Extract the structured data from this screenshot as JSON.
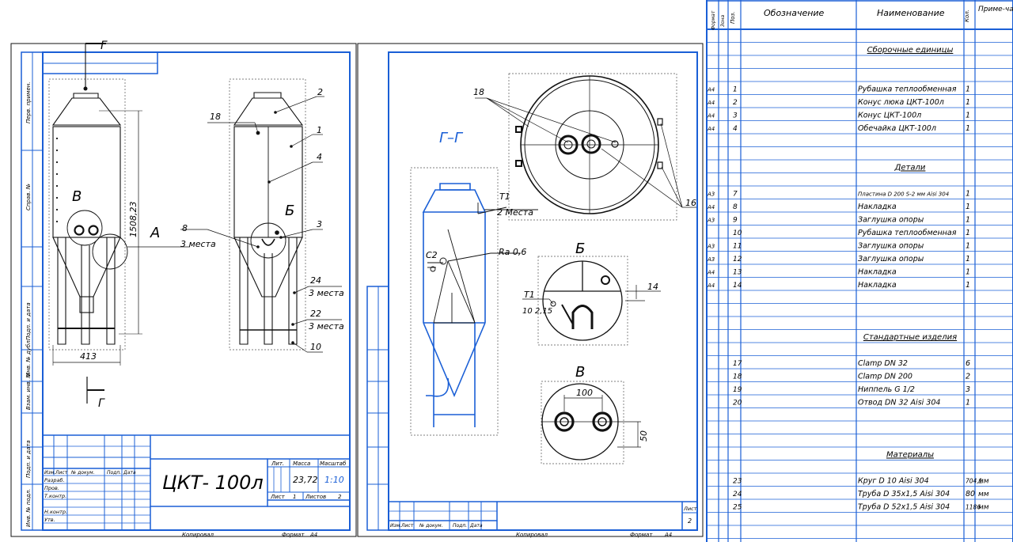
{
  "colors": {
    "frame": "#1a5fd6",
    "line": "#111111",
    "dash": "#555555"
  },
  "sheet1": {
    "section_marker": "Г",
    "callout_b": "В",
    "callout_a": "А",
    "callout_b2": "Б",
    "dim_height": "1508,23",
    "dim_width": "413",
    "pos": [
      "2",
      "1",
      "4",
      "3",
      "24",
      "22",
      "10",
      "18",
      "8"
    ],
    "note_3_places_a": "3 места",
    "note_3_places_b": "3 места",
    "note_3_places_c": "3 места",
    "side_labels": [
      "Перв. примен.",
      "Справ. №",
      "Подп. и дата",
      "Инв. № дубл.",
      "Взам. инв. №",
      "Подп. и дата",
      "Инв. № подл."
    ],
    "title_block": {
      "name": "ЦКТ- 100л",
      "lit": "Лит.",
      "mass": "Масса",
      "scale": "Масштаб",
      "mass_value": "23,72",
      "scale_value": "1:10",
      "sheet": "Лист",
      "sheet_no": "1",
      "sheets": "Листов",
      "sheets_no": "2",
      "rows": [
        "Изм.",
        "Лист",
        "№ докум.",
        "Подп.",
        "Дата"
      ],
      "roles": [
        "Разраб.",
        "Пров.",
        "Т.контр.",
        "Н.контр.",
        "Утв."
      ],
      "copied": "Копировал",
      "format": "Формат",
      "format_value": "А4"
    }
  },
  "sheet2": {
    "section_title": "Г–Г",
    "t1a": "T1",
    "t1a_note": "2 Места",
    "c2": "С2",
    "ra": "Ra 0,6",
    "pos18": "18",
    "pos16": "16",
    "detail_b": "Б",
    "detail_v": "В",
    "t1b": "T1",
    "t1b_note": "10 2,15",
    "dim14": "14",
    "dim100": "100",
    "dim50": "50",
    "sheet_label": "Лист",
    "sheet_no": "2",
    "copied": "Копировал",
    "format": "Формат",
    "format_value": "А4",
    "rows": [
      "Изм.",
      "Лист",
      "№ докум.",
      "Подп.",
      "Дата"
    ]
  },
  "spec": {
    "headers": {
      "format": "Формат",
      "zone": "Зона",
      "pos": "Поз.",
      "designation": "Обозначение",
      "name": "Наименование",
      "qty": "Кол.",
      "note": "Приме-чание"
    },
    "sections": {
      "assemblies": "Сборочные единицы",
      "parts": "Детали",
      "standard": "Стандартные изделия",
      "materials": "Материалы"
    },
    "rows": [
      {
        "f": "",
        "p": "",
        "n": "",
        "q": "",
        "m": ""
      },
      {
        "f": "",
        "p": "",
        "n": "Сборочные единицы",
        "q": "",
        "m": "",
        "sec": true
      },
      {
        "f": "",
        "p": "",
        "n": "",
        "q": "",
        "m": ""
      },
      {
        "f": "",
        "p": "",
        "n": "",
        "q": "",
        "m": ""
      },
      {
        "f": "А4",
        "p": "1",
        "n": "Рубашка теплообменная",
        "q": "1",
        "m": ""
      },
      {
        "f": "А4",
        "p": "2",
        "n": "Конус люка ЦКТ-100л",
        "q": "1",
        "m": ""
      },
      {
        "f": "А4",
        "p": "3",
        "n": "Конус ЦКТ-100л",
        "q": "1",
        "m": ""
      },
      {
        "f": "А4",
        "p": "4",
        "n": "Обечайка ЦКТ-100л",
        "q": "1",
        "m": ""
      },
      {
        "f": "",
        "p": "",
        "n": "",
        "q": "",
        "m": ""
      },
      {
        "f": "",
        "p": "",
        "n": "",
        "q": "",
        "m": ""
      },
      {
        "f": "",
        "p": "",
        "n": "Детали",
        "q": "",
        "m": "",
        "sec": true
      },
      {
        "f": "",
        "p": "",
        "n": "",
        "q": "",
        "m": ""
      },
      {
        "f": "А3",
        "p": "7",
        "n": "Пластина D 200 S-2 мм Aisi 304",
        "q": "1",
        "m": ""
      },
      {
        "f": "А4",
        "p": "8",
        "n": "Накладка",
        "q": "1",
        "m": ""
      },
      {
        "f": "А3",
        "p": "9",
        "n": "Заглушка опоры",
        "q": "1",
        "m": ""
      },
      {
        "f": "",
        "p": "10",
        "n": "Рубашка теплообменная",
        "q": "1",
        "m": ""
      },
      {
        "f": "А3",
        "p": "11",
        "n": "Заглушка опоры",
        "q": "1",
        "m": ""
      },
      {
        "f": "А3",
        "p": "12",
        "n": "Заглушка опоры",
        "q": "1",
        "m": ""
      },
      {
        "f": "А4",
        "p": "13",
        "n": "Накладка",
        "q": "1",
        "m": ""
      },
      {
        "f": "А4",
        "p": "14",
        "n": "Накладка",
        "q": "1",
        "m": ""
      },
      {
        "f": "",
        "p": "",
        "n": "",
        "q": "",
        "m": ""
      },
      {
        "f": "",
        "p": "",
        "n": "",
        "q": "",
        "m": ""
      },
      {
        "f": "",
        "p": "",
        "n": "",
        "q": "",
        "m": ""
      },
      {
        "f": "",
        "p": "",
        "n": "Стандартные изделия",
        "q": "",
        "m": "",
        "sec": true
      },
      {
        "f": "",
        "p": "",
        "n": "",
        "q": "",
        "m": ""
      },
      {
        "f": "",
        "p": "17",
        "n": "Clamp DN 32",
        "q": "6",
        "m": ""
      },
      {
        "f": "",
        "p": "18",
        "n": "Clamp DN 200",
        "q": "2",
        "m": ""
      },
      {
        "f": "",
        "p": "19",
        "n": "Ниппель G 1/2",
        "q": "3",
        "m": ""
      },
      {
        "f": "",
        "p": "20",
        "n": "Отвод DN 32 Aisi 304",
        "q": "1",
        "m": ""
      },
      {
        "f": "",
        "p": "",
        "n": "",
        "q": "",
        "m": ""
      },
      {
        "f": "",
        "p": "",
        "n": "",
        "q": "",
        "m": ""
      },
      {
        "f": "",
        "p": "",
        "n": "",
        "q": "",
        "m": ""
      },
      {
        "f": "",
        "p": "",
        "n": "Материалы",
        "q": "",
        "m": "",
        "sec": true
      },
      {
        "f": "",
        "p": "",
        "n": "",
        "q": "",
        "m": ""
      },
      {
        "f": "",
        "p": "23",
        "n": "Круг D 10 Aisi 304",
        "q": "704,1",
        "m": "мм"
      },
      {
        "f": "",
        "p": "24",
        "n": "Труба D 35х1,5 Aisi 304",
        "q": "80",
        "m": "мм"
      },
      {
        "f": "",
        "p": "25",
        "n": "Труба D 52х1,5 Aisi 304",
        "q": "1186",
        "m": "мм"
      },
      {
        "f": "",
        "p": "",
        "n": "",
        "q": "",
        "m": ""
      },
      {
        "f": "",
        "p": "",
        "n": "",
        "q": "",
        "m": ""
      },
      {
        "f": "",
        "p": "",
        "n": "",
        "q": "",
        "m": ""
      }
    ]
  }
}
